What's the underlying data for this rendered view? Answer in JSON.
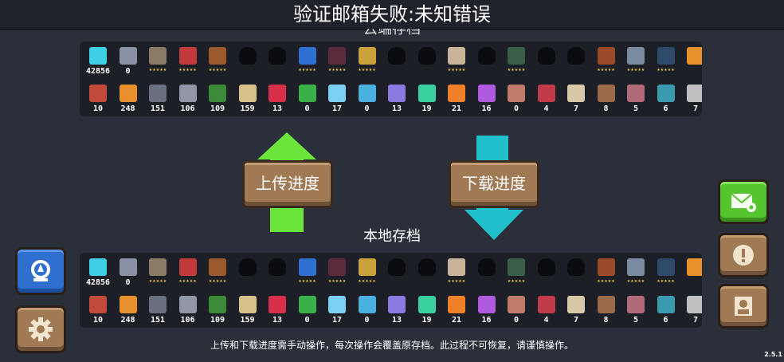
{
  "header": {
    "title": "验证邮箱失败:未知错误"
  },
  "cloud_section": {
    "label": "云端存档"
  },
  "local_section": {
    "label": "本地存档"
  },
  "actions": {
    "upload_label": "上传进度",
    "download_label": "下载进度"
  },
  "save_slots": {
    "heroes_row": [
      {
        "icon": "gem-icon",
        "color": "#3fd0e8",
        "text": "42856"
      },
      {
        "icon": "coin-icon",
        "color": "#8a93a6",
        "text": "0"
      },
      {
        "icon": "knight-icon",
        "color": "#8b7a66",
        "text": "★★★★★"
      },
      {
        "icon": "assassin-icon",
        "color": "#c23a3a",
        "text": "★★★★★"
      },
      {
        "icon": "wizard-icon",
        "color": "#9b5a2e",
        "text": "★★★★★"
      },
      {
        "icon": "locked-hero-silhouette",
        "color": "#0b0c10",
        "text": ""
      },
      {
        "icon": "locked-hero-silhouette",
        "color": "#0b0c10",
        "text": ""
      },
      {
        "icon": "engineer-icon",
        "color": "#2f6fd1",
        "text": "★★★★★"
      },
      {
        "icon": "vampire-icon",
        "color": "#5a2b3a",
        "text": "★★★★★"
      },
      {
        "icon": "paladin-icon",
        "color": "#c9a23a",
        "text": "★★★★★"
      },
      {
        "icon": "locked-hero-silhouette",
        "color": "#0b0c10",
        "text": ""
      },
      {
        "icon": "locked-hero-silhouette",
        "color": "#0b0c10",
        "text": ""
      },
      {
        "icon": "priest-icon",
        "color": "#c9b49a",
        "text": "★★★★★"
      },
      {
        "icon": "locked-hero-silhouette",
        "color": "#0b0c10",
        "text": ""
      },
      {
        "icon": "duck-hero-icon",
        "color": "#3a5e4a",
        "text": "★★★★★"
      },
      {
        "icon": "locked-hero-silhouette",
        "color": "#0b0c10",
        "text": ""
      },
      {
        "icon": "locked-hero-silhouette",
        "color": "#0b0c10",
        "text": ""
      },
      {
        "icon": "chest-icon",
        "color": "#9b4a2a",
        "text": "★★★★★"
      },
      {
        "icon": "ore-icon",
        "color": "#7a8aa0",
        "text": "★★★★★"
      },
      {
        "icon": "shield-icon",
        "color": "#2e4a6a",
        "text": "★★★★★"
      },
      {
        "icon": "torch-icon",
        "color": "#e8902e",
        "text": ""
      }
    ],
    "materials_row": [
      {
        "icon": "card-icon",
        "color": "#c24a3a",
        "text": "10"
      },
      {
        "icon": "orange-gem-icon",
        "color": "#e8902e",
        "text": "248"
      },
      {
        "icon": "iron-ore-icon",
        "color": "#6a7080",
        "text": "151"
      },
      {
        "icon": "gear-part-icon",
        "color": "#9098a8",
        "text": "106"
      },
      {
        "icon": "battery-icon",
        "color": "#3a8a3a",
        "text": "109"
      },
      {
        "icon": "wood-plank-icon",
        "color": "#d8c08a",
        "text": "159"
      },
      {
        "icon": "red-crystal-icon",
        "color": "#d8304a",
        "text": "13"
      },
      {
        "icon": "green-chip-icon",
        "color": "#3ab04a",
        "text": "0"
      },
      {
        "icon": "ice-crystal-icon",
        "color": "#7ad0f0",
        "text": "17"
      },
      {
        "icon": "feather-icon",
        "color": "#4ab0e0",
        "text": "0"
      },
      {
        "icon": "purple-crystal-icon",
        "color": "#8a7ae0",
        "text": "13"
      },
      {
        "icon": "emerald-crystal-icon",
        "color": "#3ad0a0",
        "text": "19"
      },
      {
        "icon": "fire-crystal-icon",
        "color": "#f0802a",
        "text": "21"
      },
      {
        "icon": "violet-crystal-icon",
        "color": "#b05ae0",
        "text": "16"
      },
      {
        "icon": "bag-icon",
        "color": "#c07a6a",
        "text": "0"
      },
      {
        "icon": "red-box-icon",
        "color": "#c03a4a",
        "text": "4"
      },
      {
        "icon": "scroll-icon",
        "color": "#d8c8a8",
        "text": "7"
      },
      {
        "icon": "hammer-icon",
        "color": "#9a6a4a",
        "text": "8"
      },
      {
        "icon": "machine-icon",
        "color": "#b06a7a",
        "text": "5"
      },
      {
        "icon": "cart-icon",
        "color": "#3a9ab0",
        "text": "6"
      },
      {
        "icon": "potion-icon",
        "color": "#c0c0c0",
        "text": "7"
      }
    ]
  },
  "side_buttons": {
    "account": "account-icon",
    "settings": "gear-icon",
    "mail": "mail-gear-icon",
    "notice": "exclamation-icon",
    "profile": "person-icon"
  },
  "colors": {
    "upload_arrow": "#6be43b",
    "download_arrow": "#22bfcc",
    "wood": "#a07a55"
  },
  "footer": {
    "notice": "上传和下载进度需手动操作，每次操作会覆盖原存档。此过程不可恢复，请谨慎操作。"
  },
  "version": "2.5.1"
}
